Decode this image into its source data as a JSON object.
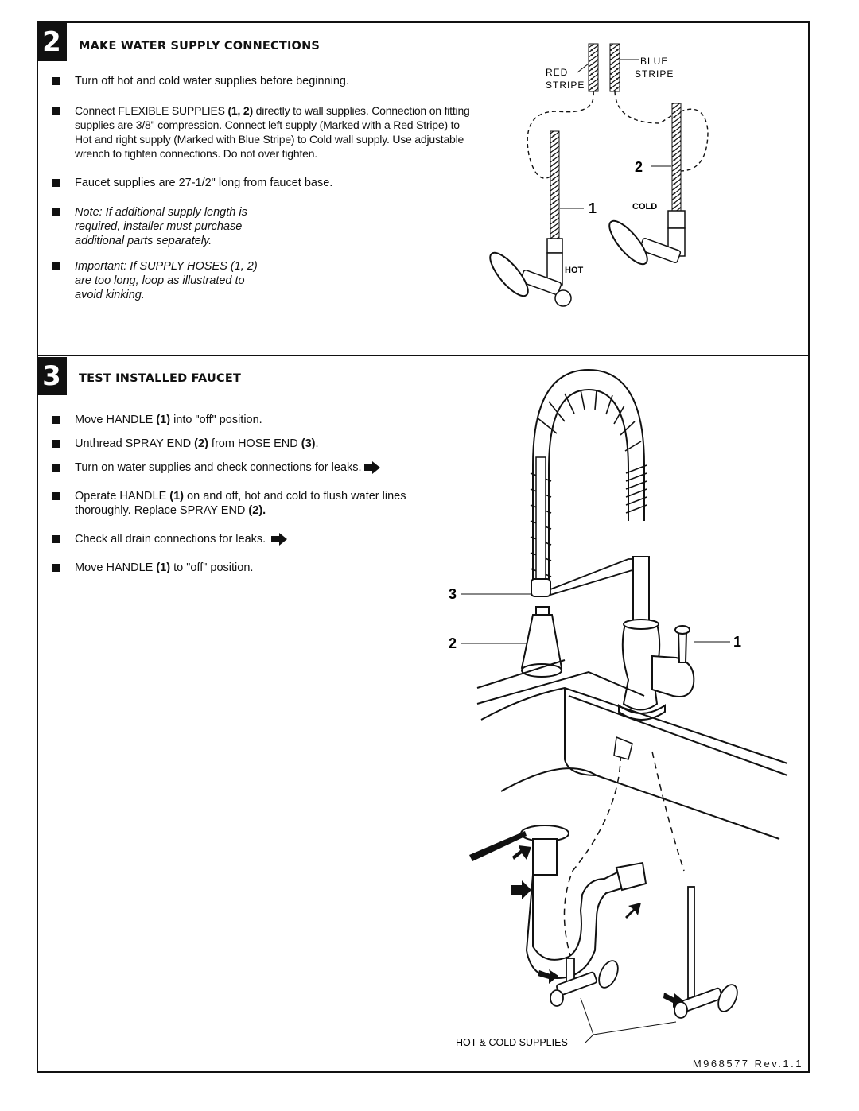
{
  "document_code": "M968577 Rev.1.1",
  "step2": {
    "number": "2",
    "title": "MAKE WATER SUPPLY CONNECTIONS",
    "bullet1": "Turn off hot and cold water supplies before beginning.",
    "bullet2_pre": "Connect FLEXIBLE SUPPLIES ",
    "bullet2_ref": "(1, 2)",
    "bullet2_post": " directly to wall supplies. Connection on fitting supplies are 3/8\" compression. Connect left supply (Marked with a Red Stripe) to Hot and right supply (Marked with Blue Stripe) to Cold wall supply. Use adjustable wrench to tighten connections. Do not over tighten.",
    "bullet3": "Faucet supplies are 27-1/2\" long from faucet base.",
    "note": "Note: If additional supply length is required, installer must purchase additional parts separately.",
    "important": "Important: If SUPPLY HOSES (1, 2) are too long, loop as illustrated to avoid kinking.",
    "figure": {
      "red_stripe_1": "RED",
      "red_stripe_2": "STRIPE",
      "blue_stripe_1": "BLUE",
      "blue_stripe_2": "STRIPE",
      "callout_2": "2",
      "callout_1": "1",
      "cold": "COLD",
      "hot": "HOT"
    }
  },
  "step3": {
    "number": "3",
    "title": "TEST INSTALLED FAUCET",
    "b1_pre": "Move HANDLE ",
    "b1_ref": "(1)",
    "b1_post": " into \"off\" position.",
    "b2_pre": "Unthread SPRAY END ",
    "b2_ref1": "(2)",
    "b2_mid": " from HOSE END ",
    "b2_ref2": "(3)",
    "b2_post": ".",
    "b3": "Turn on water supplies and check connections for leaks.",
    "b4_pre": "Operate HANDLE ",
    "b4_ref1": "(1)",
    "b4_mid": " on and off, hot and cold to flush water lines thoroughly. Replace SPRAY END ",
    "b4_ref2": "(2).",
    "b5": "Check all drain connections for leaks.",
    "b6_pre": "Move HANDLE ",
    "b6_ref": "(1)",
    "b6_post": " to \"off\" position.",
    "figure": {
      "callout_3": "3",
      "callout_2": "2",
      "callout_1": "1",
      "supplies_label": "HOT & COLD SUPPLIES"
    }
  }
}
